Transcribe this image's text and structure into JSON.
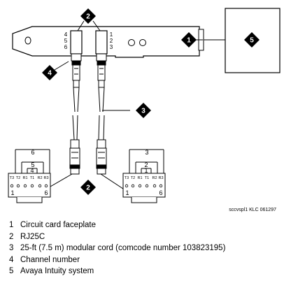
{
  "diagram": {
    "callouts": [
      "1",
      "2",
      "3",
      "4",
      "5"
    ],
    "slot_labels_left": [
      "4",
      "5",
      "6"
    ],
    "slot_labels_right": [
      "1",
      "2",
      "3"
    ],
    "left_block": {
      "pins": [
        "T3",
        "T2",
        "R1",
        "T1",
        "R2",
        "R3"
      ],
      "pair_numbers": [
        "6",
        "5",
        "4"
      ],
      "end_left": "1",
      "end_right": "6"
    },
    "right_block": {
      "pins": [
        "T3",
        "T2",
        "R1",
        "T1",
        "R2",
        "R3"
      ],
      "pair_numbers": [
        "3",
        "2",
        "1"
      ],
      "end_left": "1",
      "end_right": "6"
    },
    "figure_id": "sccvspl1 KLC 061297"
  },
  "legend": [
    {
      "number": "1",
      "text": "Circuit card faceplate"
    },
    {
      "number": "2",
      "text": "RJ25C"
    },
    {
      "number": "3",
      "text": "25-ft (7.5 m) modular cord (comcode number 103823195)"
    },
    {
      "number": "4",
      "text": "Channel number"
    },
    {
      "number": "5",
      "text": "Avaya Intuity system"
    }
  ],
  "colors": {
    "ink": "#000000",
    "background": "#ffffff"
  }
}
